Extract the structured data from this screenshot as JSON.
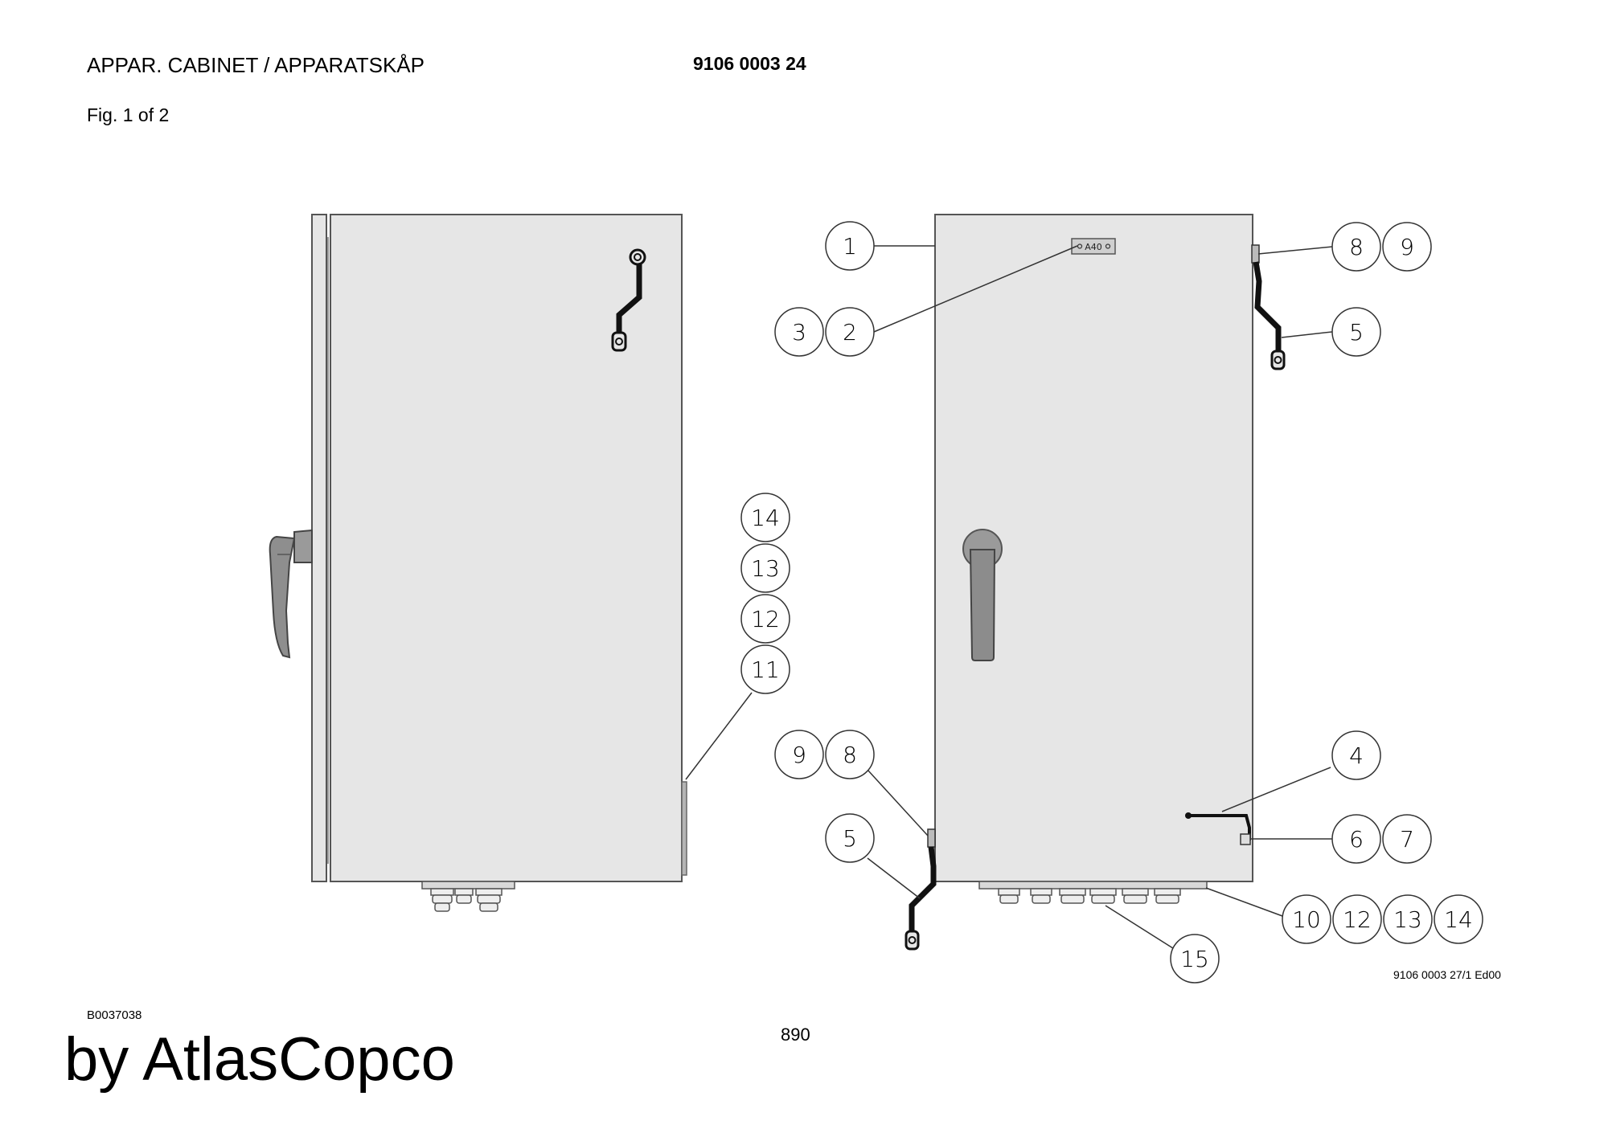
{
  "header": {
    "title": "APPAR. CABINET / APPARATSKÅP",
    "part_number": "9106 0003 24",
    "figure_label": "Fig. 1 of 2"
  },
  "footer": {
    "drawing_reference": "9106 0003 27/1 Ed00",
    "image_code": "B0037038",
    "page_number": "890",
    "brand": "by AtlasCopco"
  },
  "nameplate": {
    "label": "A40"
  },
  "callouts": {
    "side_view_stack": [
      "14",
      "13",
      "12",
      "11"
    ],
    "front_view": {
      "c1": "1",
      "c2": "2",
      "c3": "3",
      "c4": "4",
      "c5_top": "5",
      "c5_bottom": "5",
      "c6": "6",
      "c7": "7",
      "c8_top": "8",
      "c9_top": "9",
      "c8_bottom": "8",
      "c9_bottom": "9",
      "c10": "10",
      "c12": "12",
      "c13": "13",
      "c14": "14",
      "c15": "15"
    }
  },
  "colors": {
    "panel_fill": "#e6e6e6",
    "outline": "#555555",
    "cable": "#111111",
    "handle": "#8c8c8c"
  }
}
